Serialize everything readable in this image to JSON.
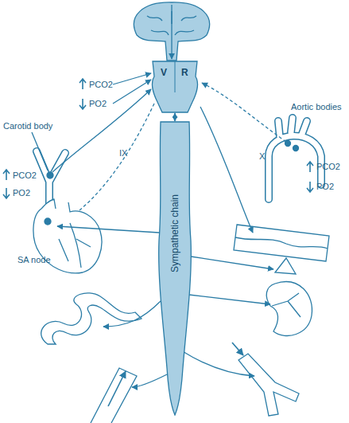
{
  "diagram": {
    "nodes": [
      {
        "text": [
          "V",
          "R"
        ]
      },
      {
        "text": [
          "Sympathetic chain"
        ]
      }
    ],
    "edges": [
      {
        "from": 0,
        "to": 1,
        "arrow": "both"
      }
    ],
    "labels": [
      "PCO2",
      "PO2",
      "Carotid body",
      "PCO2",
      "PO2",
      "IX",
      "X",
      "Aortic bodies",
      "PCO2",
      "PO2",
      "SA node"
    ]
  }
}
